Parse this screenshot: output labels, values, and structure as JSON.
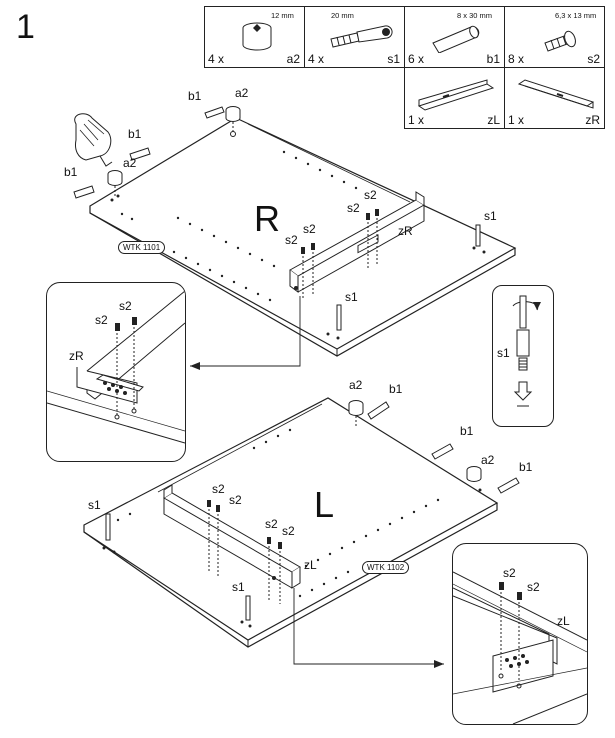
{
  "step": "1",
  "parts": [
    {
      "qty": "4 x",
      "code": "a2",
      "dim": "12 mm",
      "icon": "cam-lock-icon"
    },
    {
      "qty": "4 x",
      "code": "s1",
      "dim": "20 mm",
      "icon": "cam-bolt-icon"
    },
    {
      "qty": "6 x",
      "code": "b1",
      "dim": "8 x 30 mm",
      "icon": "dowel-icon"
    },
    {
      "qty": "8 x",
      "code": "s2",
      "dim": "6,3 x 13 mm",
      "icon": "screw-icon"
    },
    {
      "qty": "1 x",
      "code": "zL",
      "icon": "drawer-runner-left-icon"
    },
    {
      "qty": "1 x",
      "code": "zR",
      "icon": "drawer-runner-right-icon"
    }
  ],
  "panel_r": {
    "letter": "R",
    "tag": "WTK 1101"
  },
  "panel_l": {
    "letter": "L",
    "tag": "WTK 1102"
  },
  "labels": {
    "a2": "a2",
    "b1": "b1",
    "s1": "s1",
    "s2": "s2",
    "zr": "zR",
    "zl": "zL"
  }
}
